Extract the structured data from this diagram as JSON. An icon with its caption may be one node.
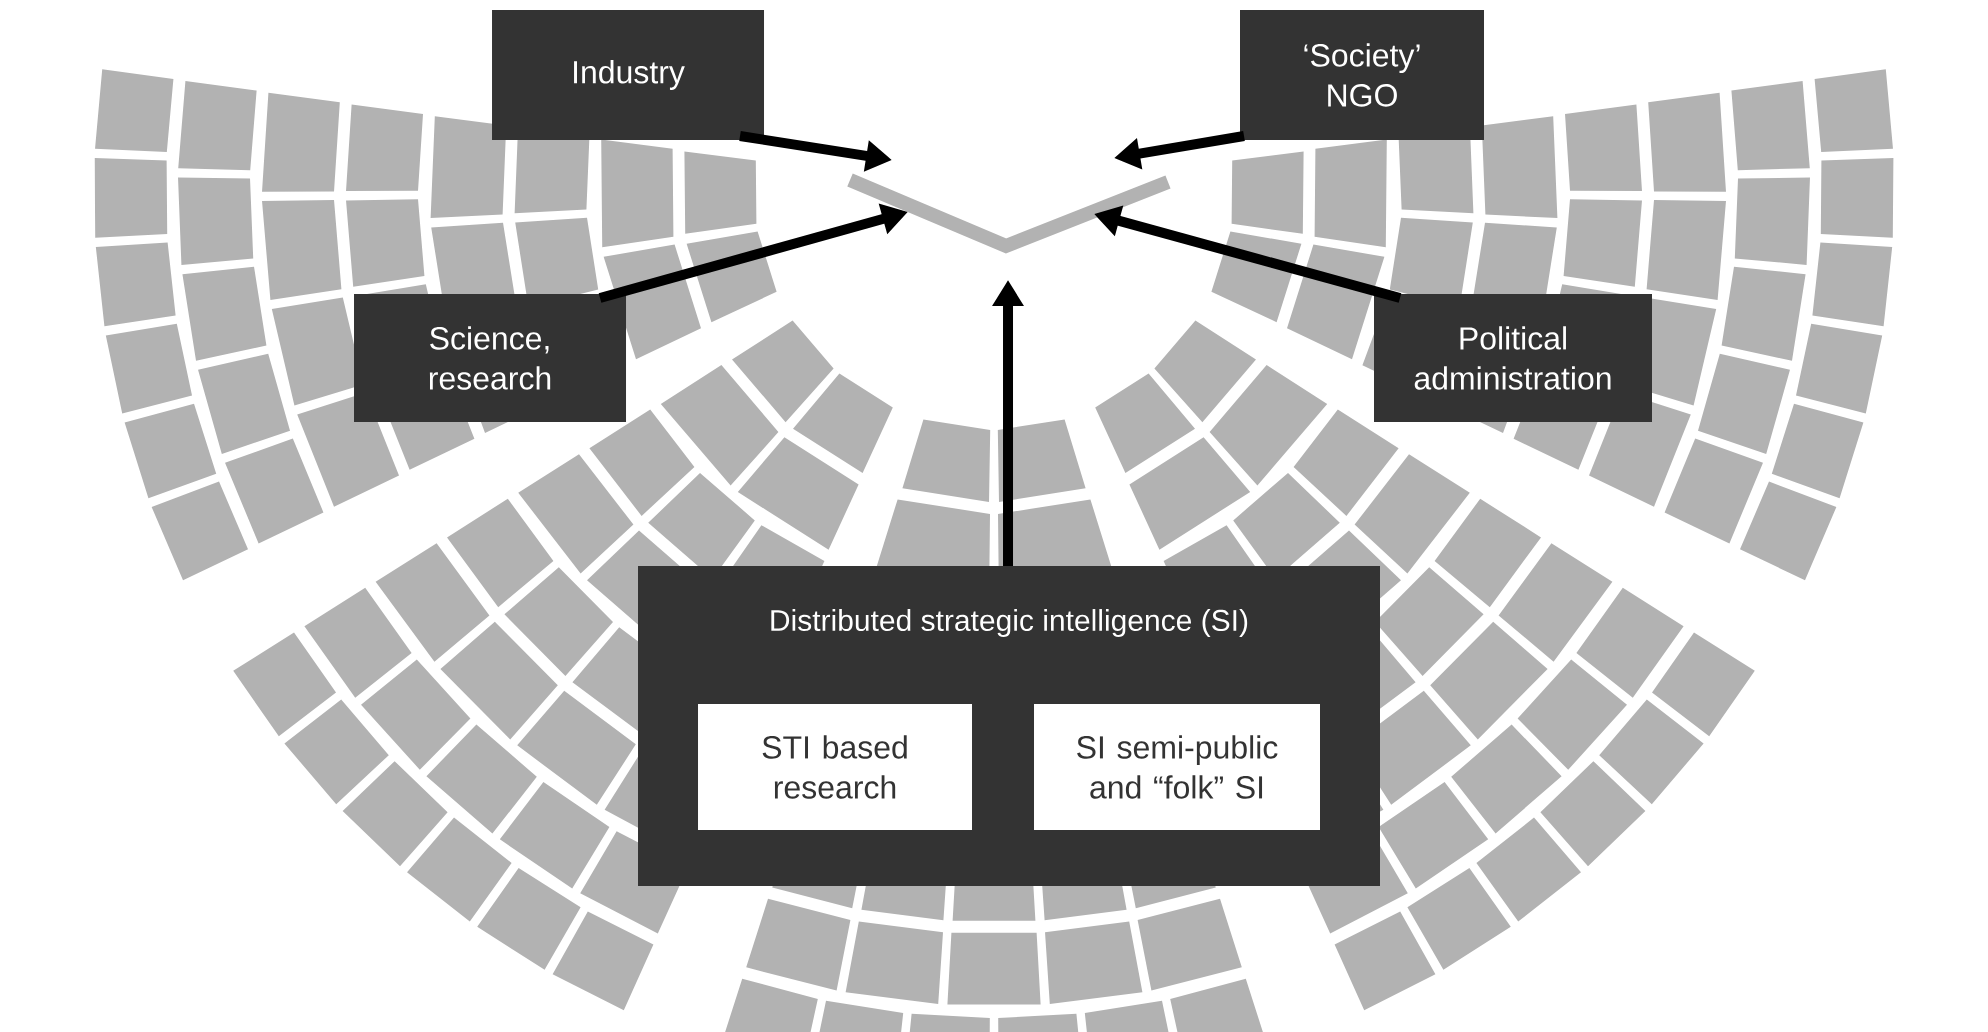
{
  "diagram": {
    "nodes": [
      {
        "text": [
          "Industry"
        ]
      },
      {
        "text": [
          "‘Society’ NGO"
        ]
      },
      {
        "text": [
          "Science, research"
        ]
      },
      {
        "text": [
          "Political administration"
        ]
      },
      {
        "text": [
          "Distributed strategic intelligence (SI)"
        ]
      },
      {
        "text": [
          "STI based research"
        ],
        "in": 4
      },
      {
        "text": [
          "SI semi-public and “folk” SI"
        ],
        "in": 4
      },
      {
        "text": [],
        "shape": "chevron"
      }
    ],
    "edges": [
      {
        "from": 0,
        "to": 7,
        "arrow": "to"
      },
      {
        "from": 1,
        "to": 7,
        "arrow": "to"
      },
      {
        "from": 2,
        "to": 7,
        "arrow": "to"
      },
      {
        "from": 3,
        "to": 7,
        "arrow": "to"
      },
      {
        "from": 4,
        "to": 7,
        "arrow": "to"
      }
    ]
  }
}
